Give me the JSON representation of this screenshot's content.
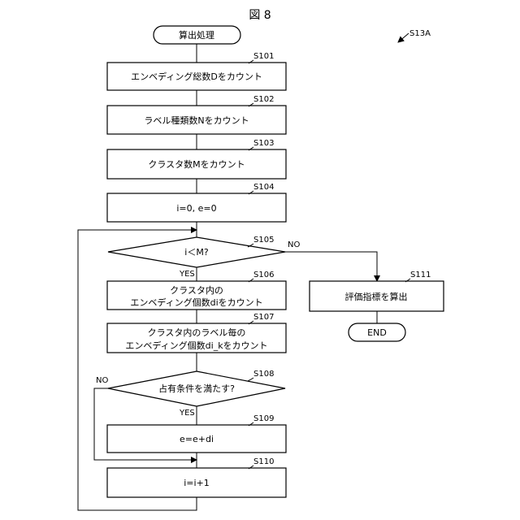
{
  "figure": {
    "title": "図 8",
    "ref": "S13A"
  },
  "nodes": {
    "start": {
      "text": "算出処理"
    },
    "s101": {
      "step": "S101",
      "lines": [
        "エンベディング総数Dをカウント"
      ]
    },
    "s102": {
      "step": "S102",
      "lines": [
        "ラベル種類数Nをカウント"
      ]
    },
    "s103": {
      "step": "S103",
      "lines": [
        "クラスタ数Mをカウント"
      ]
    },
    "s104": {
      "step": "S104",
      "lines": [
        "i=0, e=0"
      ]
    },
    "s105": {
      "step": "S105",
      "lines": [
        "i＜M?"
      ],
      "yes": "YES",
      "no": "NO"
    },
    "s106": {
      "step": "S106",
      "lines": [
        "クラスタ内の",
        "エンベディング個数diをカウント"
      ]
    },
    "s107": {
      "step": "S107",
      "lines": [
        "クラスタ内のラベル毎の",
        "エンベディング個数di_kをカウント"
      ]
    },
    "s108": {
      "step": "S108",
      "lines": [
        "占有条件を満たす?"
      ],
      "yes": "YES",
      "no": "NO"
    },
    "s109": {
      "step": "S109",
      "lines": [
        "e=e+di"
      ]
    },
    "s110": {
      "step": "S110",
      "lines": [
        "i=i+1"
      ]
    },
    "s111": {
      "step": "S111",
      "lines": [
        "評価指標を算出"
      ]
    },
    "end": {
      "text": "END"
    }
  }
}
